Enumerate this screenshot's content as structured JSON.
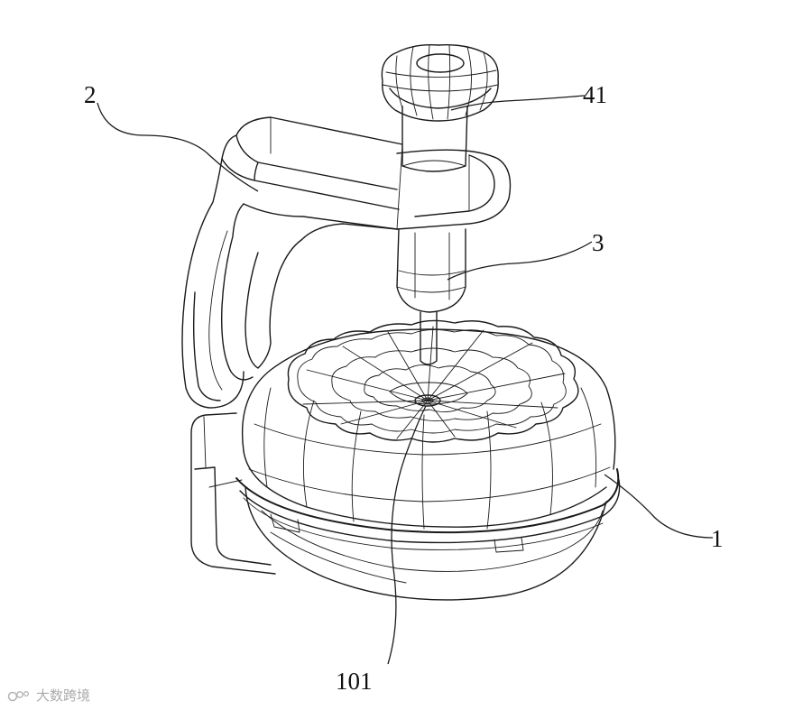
{
  "figure": {
    "labels": [
      {
        "id": "ref-2",
        "text": "2"
      },
      {
        "id": "ref-41",
        "text": "41"
      },
      {
        "id": "ref-3",
        "text": "3"
      },
      {
        "id": "ref-1",
        "text": "1"
      },
      {
        "id": "ref-101",
        "text": "101"
      }
    ]
  },
  "watermark": {
    "text": "大数跨境",
    "icon": "logo-icon"
  },
  "colors": {
    "line": "#1a1a1a",
    "background": "#ffffff",
    "watermark": "#666666"
  }
}
